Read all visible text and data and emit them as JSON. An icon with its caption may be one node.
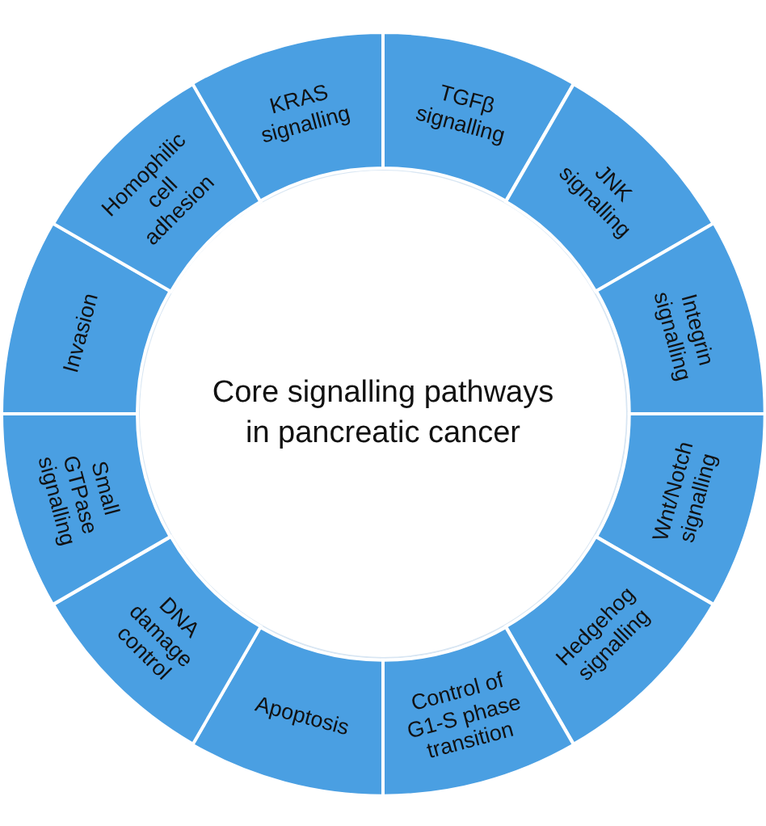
{
  "diagram": {
    "nodes": [
      {
        "text": [
          "Core signalling pathways in pancreatic cancer"
        ]
      },
      {
        "text": [
          "TGFβ signalling"
        ]
      },
      {
        "text": [
          "JNK signalling"
        ]
      },
      {
        "text": [
          "Integrin signalling"
        ]
      },
      {
        "text": [
          "Wnt/Notch signalling"
        ]
      },
      {
        "text": [
          "Hedgehog signalling"
        ]
      },
      {
        "text": [
          "Control of G1-S phase transition"
        ]
      },
      {
        "text": [
          "Apoptosis"
        ]
      },
      {
        "text": [
          "DNA damage control"
        ]
      },
      {
        "text": [
          "Small GTPase signalling"
        ]
      },
      {
        "text": [
          "Invasion"
        ]
      },
      {
        "text": [
          "Homophilic cell adhesion"
        ]
      },
      {
        "text": [
          "KRAS signalling"
        ]
      }
    ],
    "edges": []
  }
}
